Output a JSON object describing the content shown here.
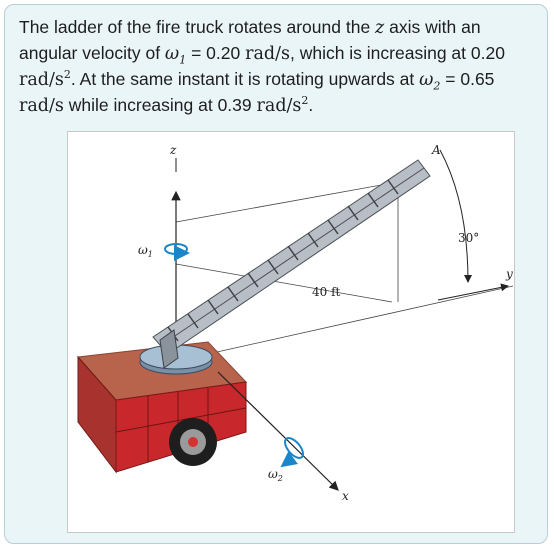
{
  "problem": {
    "line1_a": "The ladder of the fire truck rotates around the ",
    "z_var": "z",
    "line1_b": " axis with an angular velocity of ",
    "omega1_sym": "ω",
    "omega1_sub": "1",
    "eq1": " = 0.20 ",
    "unit_rad_s_1": "rad/s",
    "mid1": ", which is increasing at 0.20 ",
    "unit_rad_s2_1_base": "rad/s",
    "unit_rad_s2_1_exp": "2",
    "mid2": ". At the same instant it is rotating upwards at ",
    "omega2_sym": "ω",
    "omega2_sub": "2",
    "eq2": " = 0.65 ",
    "unit_rad_s_2": "rad/s",
    "mid3": " while increasing at 0.39 ",
    "unit_rad_s2_2_base": "rad/s",
    "unit_rad_s2_2_exp": "2",
    "end": "."
  },
  "figure": {
    "axis_z": "z",
    "axis_y": "y",
    "axis_x": "x",
    "point_a": "A",
    "angle": "30°",
    "length": "40 ft",
    "omega1_label": "ω",
    "omega1_label_sub": "1",
    "omega2_label": "ω",
    "omega2_label_sub": "2"
  },
  "colors": {
    "card_bg": "#eaf5f8",
    "truck_red": "#c8282c",
    "deck_brown": "#b8644c",
    "arrow_blue": "#1a86c8",
    "ladder_gray": "#9aa0a8"
  }
}
